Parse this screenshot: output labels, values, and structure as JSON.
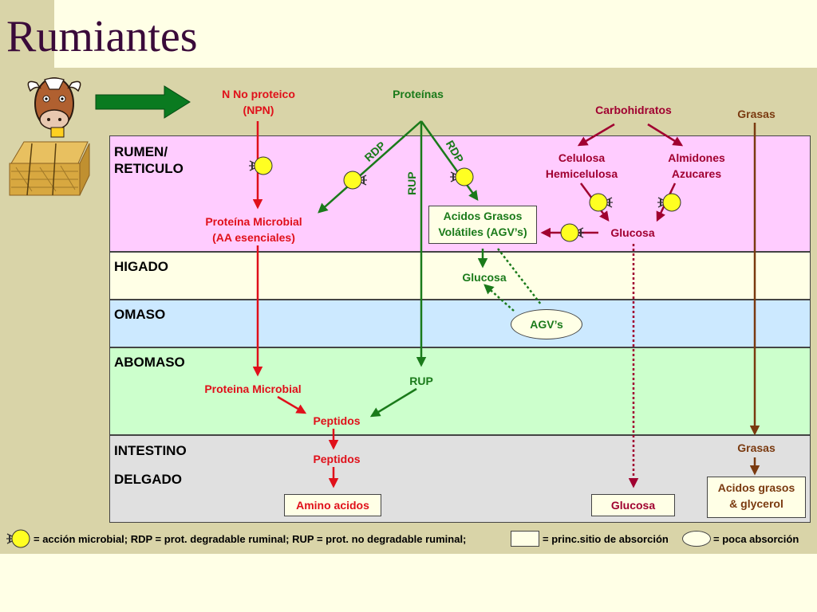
{
  "title": "Rumiantes",
  "zones": {
    "rumen_line1": "RUMEN/",
    "rumen_line2": "RETICULO",
    "higado": "HIGADO",
    "omaso": "OMASO",
    "abomaso": "ABOMASO",
    "intestino_line1": "INTESTINO",
    "intestino_line2": "DELGADO"
  },
  "top_labels": {
    "npn_line1": "N No proteico",
    "npn_line2": "(NPN)",
    "proteinas": "Proteínas",
    "carbohidratos": "Carbohidratos",
    "grasas": "Grasas"
  },
  "rumen_labels": {
    "rdp_left": "RDP",
    "rdp_right": "RDP",
    "rup_vertical": "RUP",
    "celulosa": "Celulosa",
    "hemicelulosa": "Hemicelulosa",
    "almidones": "Almidones",
    "azucares": "Azucares",
    "proteina_microbial": "Proteína Microbial",
    "aa_esenciales": "(AA esenciales)",
    "agv_line1": "Acidos Grasos",
    "agv_line2": "Volátiles (AGV’s)",
    "glucosa": "Glucosa"
  },
  "middle_labels": {
    "glucosa_higado": "Glucosa",
    "agvs_ellipse": "AGV’s",
    "rup": "RUP",
    "proteina_microbial_abomaso": "Proteina Microbial",
    "peptidos_1": "Peptidos",
    "peptidos_2": "Peptidos",
    "grasas_intestino": "Grasas"
  },
  "absorption_boxes": {
    "amino_acidos": "Amino acidos",
    "glucosa": "Glucosa",
    "acidos_grasos_line1": "Acidos grasos",
    "acidos_grasos_line2": "& glycerol"
  },
  "legend": {
    "microbial": "= acción microbial; RDP = prot. degradable ruminal;  RUP = prot. no degradable ruminal;",
    "box": "= princ.sitio de absorción",
    "ellipse": "=  poca absorción"
  },
  "colors": {
    "rumen": "#ffccff",
    "higado": "#ffffe6",
    "omaso": "#cce9ff",
    "abomaso": "#ccffcc",
    "intestino": "#e0e0e0",
    "red_arrow": "#e0101a",
    "green_arrow": "#1a7a1a",
    "maroon_arrow": "#a00030",
    "brown_arrow": "#7a3a10",
    "microbe": "#ffff22"
  },
  "icons": [
    "cow-head-icon",
    "hay-bale-icon",
    "big-arrow-icon",
    "microbe-icon"
  ]
}
